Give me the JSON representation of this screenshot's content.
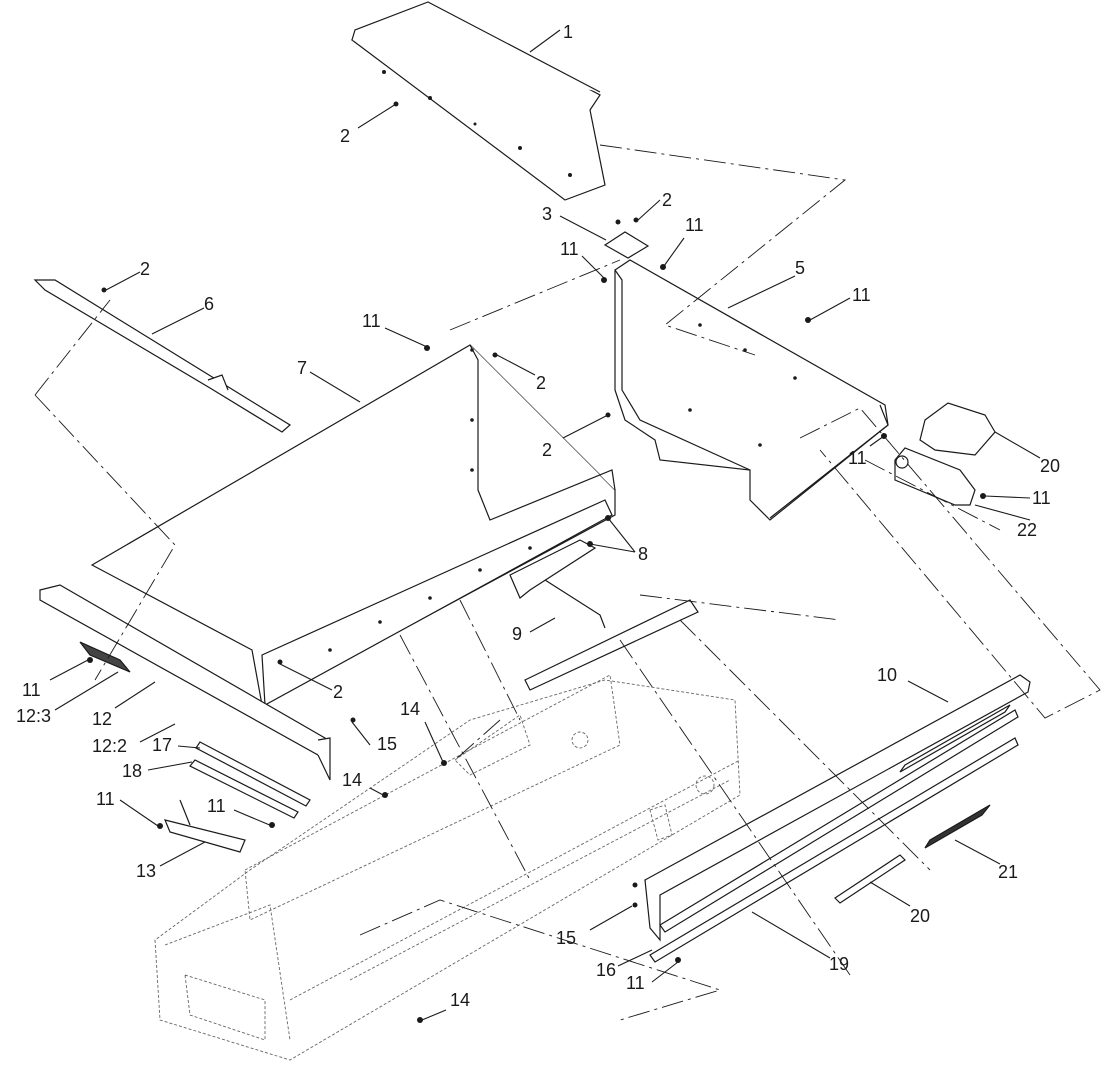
{
  "callouts": [
    {
      "id": "c1",
      "text": "1"
    },
    {
      "id": "c2a",
      "text": "2"
    },
    {
      "id": "c3",
      "text": "3"
    },
    {
      "id": "c2b",
      "text": "2"
    },
    {
      "id": "c11a",
      "text": "11"
    },
    {
      "id": "c11b",
      "text": "11"
    },
    {
      "id": "c2c",
      "text": "2"
    },
    {
      "id": "c5",
      "text": "5"
    },
    {
      "id": "c11c",
      "text": "11"
    },
    {
      "id": "c6",
      "text": "6"
    },
    {
      "id": "c11d",
      "text": "11"
    },
    {
      "id": "c7",
      "text": "7"
    },
    {
      "id": "c2d",
      "text": "2"
    },
    {
      "id": "c2e",
      "text": "2"
    },
    {
      "id": "c11e",
      "text": "11"
    },
    {
      "id": "c20a",
      "text": "20"
    },
    {
      "id": "c11f",
      "text": "11"
    },
    {
      "id": "c22",
      "text": "22"
    },
    {
      "id": "c8",
      "text": "8"
    },
    {
      "id": "c9",
      "text": "9"
    },
    {
      "id": "c2f",
      "text": "2"
    },
    {
      "id": "c10",
      "text": "10"
    },
    {
      "id": "c11g",
      "text": "11"
    },
    {
      "id": "c12_3",
      "text": "12:3"
    },
    {
      "id": "c12",
      "text": "12"
    },
    {
      "id": "c12_2",
      "text": "12:2"
    },
    {
      "id": "c14a",
      "text": "14"
    },
    {
      "id": "c15a",
      "text": "15"
    },
    {
      "id": "c17",
      "text": "17"
    },
    {
      "id": "c18",
      "text": "18"
    },
    {
      "id": "c14b",
      "text": "14"
    },
    {
      "id": "c11h",
      "text": "11"
    },
    {
      "id": "c11i",
      "text": "11"
    },
    {
      "id": "c13",
      "text": "13"
    },
    {
      "id": "c21",
      "text": "21"
    },
    {
      "id": "c20b",
      "text": "20"
    },
    {
      "id": "c15b",
      "text": "15"
    },
    {
      "id": "c16",
      "text": "16"
    },
    {
      "id": "c19",
      "text": "19"
    },
    {
      "id": "c11j",
      "text": "11"
    },
    {
      "id": "c14c",
      "text": "14"
    }
  ]
}
